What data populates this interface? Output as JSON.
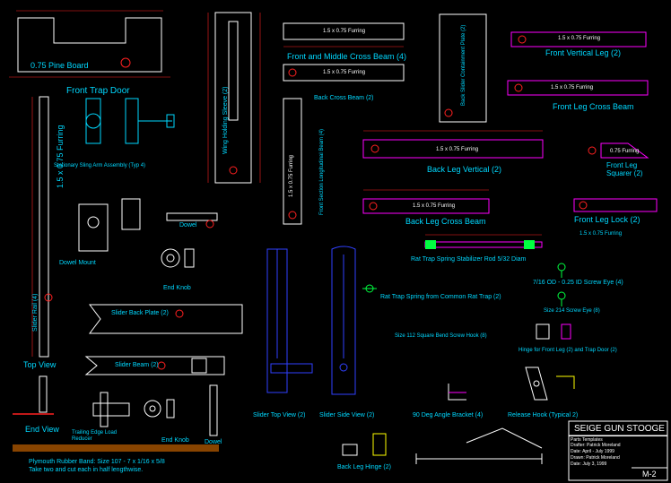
{
  "drawing": {
    "colors": {
      "background": "#000000",
      "part": "#ffffff",
      "label": "#00d8ff",
      "dimension": "#ff2020",
      "callout": "#ff00ff",
      "hardware": "#00ff40",
      "accent": "#ffff00"
    },
    "labels": {
      "front_trap_door": "Front Trap Door",
      "pine_board": "0.75 Pine Board",
      "front_middle_cross_beam": "Front and Middle Cross Beam (4)",
      "back_cross_beam": "Back Cross Beam (2)",
      "back_slider_containment": "Back Slider Containment Plate (2)",
      "front_vertical_leg": "Front Vertical Leg (2)",
      "front_leg_cross_beam": "Front Leg Cross Beam",
      "front_leg_squarer": "Front Leg Squarer (2)",
      "back_leg_vertical": "Back Leg Vertical (2)",
      "back_leg_cross_beam": "Back Leg Cross Beam",
      "front_leg_lock": "Front Leg Lock (2)",
      "furring_short": "0.75 Furring",
      "furring_long": "1.5 x 0.75 Furring",
      "rat_trap_rod": "Rat Trap Spring Stabilizer Rod 5/32 Diam",
      "rat_trap_spring": "Rat Trap Spring from Common Rat Trap (2)",
      "screw_eye_714": "7/16 OD - 0.25 ID Screw Eye (4)",
      "screw_eye_214": "Size 214 Screw Eye (8)",
      "square_bend_hook": "Size 112 Square Bend Screw Hook (8)",
      "hinge_front_leg": "Hinge for Front Leg (2) and Trap Door (2)",
      "angle_bracket": "90 Deg Angle Bracket (4)",
      "release_hook": "Release Hook (Typical 2)",
      "back_leg_hinge": "Back Leg Hinge (2)",
      "sling_arm": "Stationary Sling Arm Assembly (Typ 4)",
      "wing_holding_sleeve": "Wing Holding Sleeve (2)",
      "front_section_longitudinal": "Front Section Longitudinal Beam (4)",
      "furring_left": "1.5 x 0.75 Furring",
      "slider_rail": "Slider Rail (4)",
      "dowel": "Dowel",
      "dowel_mount": "Dowel Mount",
      "end_knob": "End Knob",
      "slider_back_plate": "Slider Back Plate (2)",
      "slider_beam": "Slider Beam (2)",
      "top_view": "Top View",
      "end_view": "End View",
      "trailing_edge": "Trailing Edge Load Reducer",
      "end_knob_2": "End Knob",
      "dowel_2": "Dowel",
      "slider_top_view": "Slider Top View (2)",
      "slider_side_view": "Slider Side View (2)",
      "rubber_band_line1": "Plymouth Rubber Band: Size 107 - 7 x 1/16 x 5/8",
      "rubber_band_line2": "Take two and cut each in half lengthwise."
    },
    "title_block": {
      "title": "SEIGE GUN STOOGE",
      "rows": [
        "Parts Templates",
        "Drafter: Patrick Moreland",
        "Date: April - July 1999",
        "Drawn: Patrick Moreland",
        "Date: July 3, 1999"
      ],
      "sheet": "M-2"
    }
  }
}
